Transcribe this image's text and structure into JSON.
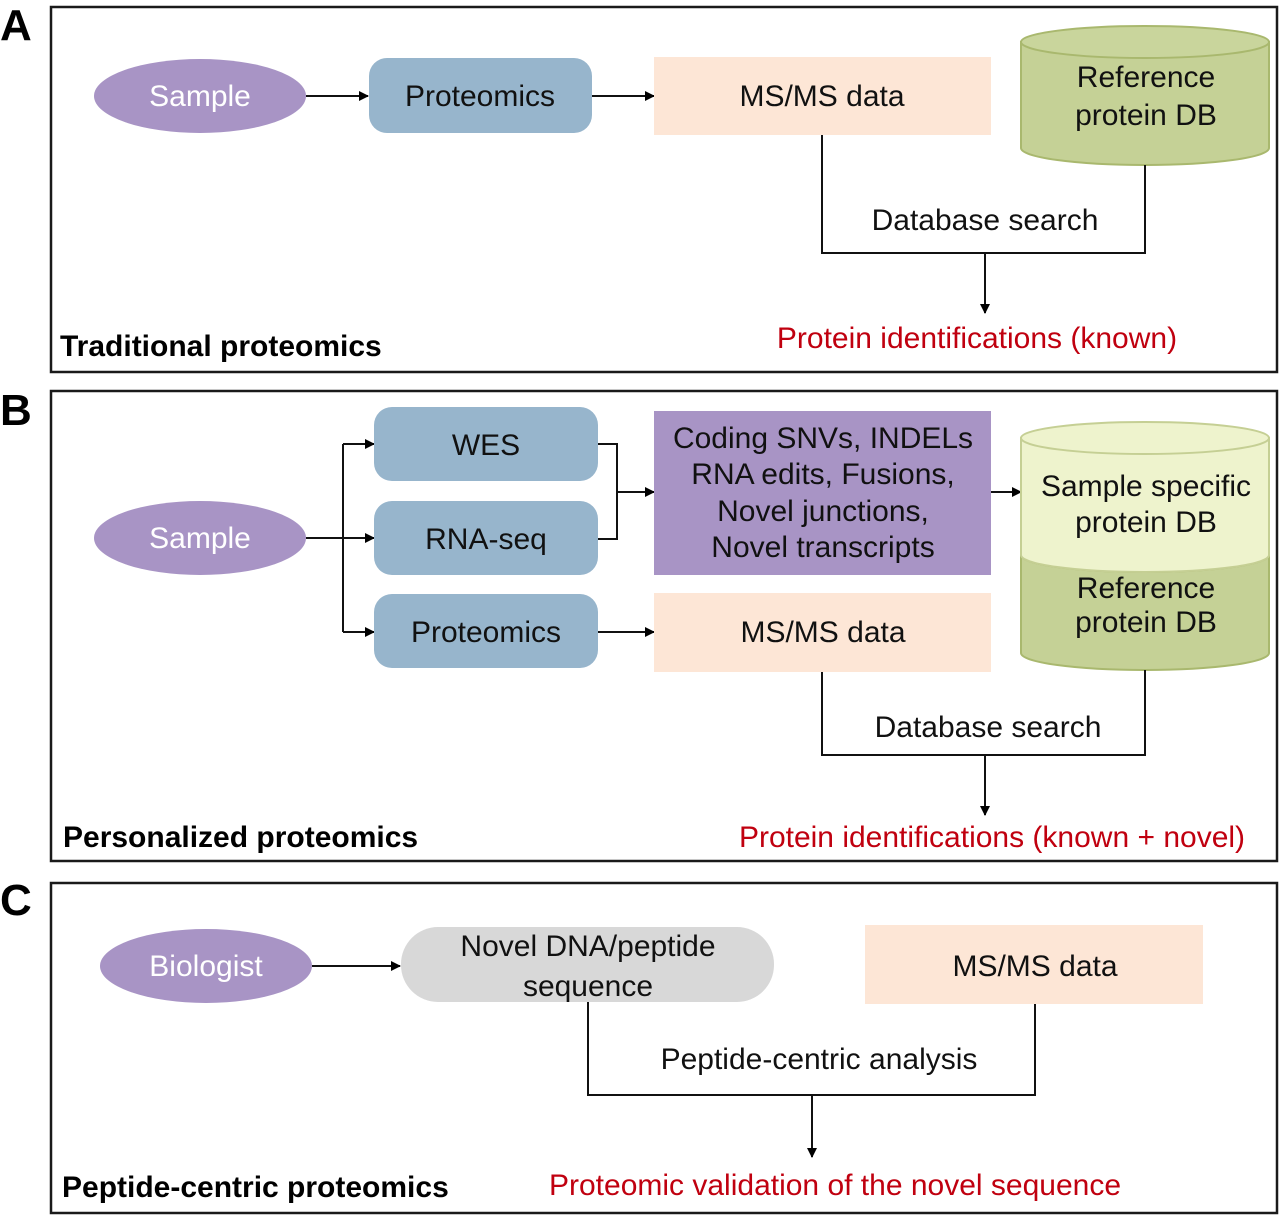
{
  "colors": {
    "sample_oval": "#a894c5",
    "process_box": "#97b5cc",
    "msms_box": "#fde6d6",
    "variants_box": "#a894c5",
    "ref_db": "#c5d196",
    "ref_db_top": "#c9d59c",
    "ref_db_stroke": "#a9b86e",
    "sample_db": "#eef3cd",
    "sample_db_stroke": "#c5cf94",
    "query_box": "#d8d8d8",
    "result_text": "#c0000f"
  },
  "panels": {
    "a": {
      "letter": "A",
      "title": "Traditional proteomics",
      "sample": "Sample",
      "proteomics": "Proteomics",
      "msms": "MS/MS data",
      "ref_db": [
        "Reference",
        "protein DB"
      ],
      "search_label": "Database search",
      "result": "Protein identifications (known)"
    },
    "b": {
      "letter": "B",
      "title": "Personalized proteomics",
      "sample": "Sample",
      "wes": "WES",
      "rnaseq": "RNA-seq",
      "proteomics": "Proteomics",
      "variants": [
        "Coding SNVs, INDELs",
        "RNA edits, Fusions,",
        "Novel junctions,",
        "Novel transcripts"
      ],
      "msms": "MS/MS data",
      "sample_db": [
        "Sample specific",
        "protein DB"
      ],
      "ref_db": [
        "Reference",
        "protein DB"
      ],
      "search_label": "Database search",
      "result": "Protein identifications (known + novel)"
    },
    "c": {
      "letter": "C",
      "title": "Peptide-centric proteomics",
      "biologist": "Biologist",
      "query": [
        "Novel DNA/peptide",
        "sequence"
      ],
      "msms": "MS/MS data",
      "analysis_label": "Peptide-centric analysis",
      "result": "Proteomic validation of the novel sequence"
    }
  }
}
